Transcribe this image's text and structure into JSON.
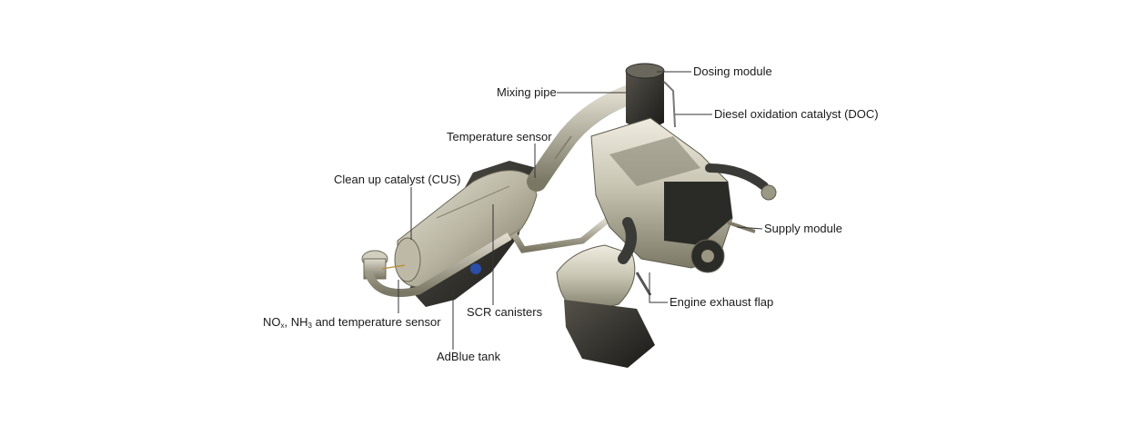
{
  "labels": {
    "dosing_module": "Dosing module",
    "mixing_pipe": "Mixing pipe",
    "doc": "Diesel oxidation catalyst (DOC)",
    "temperature_sensor": "Temperature sensor",
    "cus": "Clean up catalyst (CUS)",
    "supply_module": "Supply module",
    "engine_exhaust_flap": "Engine exhaust flap",
    "scr_canisters": "SCR canisters",
    "nox_sensor": {
      "part1": "NO",
      "sub1": "x",
      "part2": ", NH",
      "sub2": "3",
      "part3": " and temperature sensor"
    },
    "adblue_tank": "AdBlue tank"
  },
  "colors": {
    "metal_light": "#d9d6c8",
    "metal_mid": "#a8a491",
    "metal_dark": "#5e5b4e",
    "tank_black": "#1c1c1c",
    "leader_line": "#333333",
    "cap_blue": "#2a4fa8"
  }
}
